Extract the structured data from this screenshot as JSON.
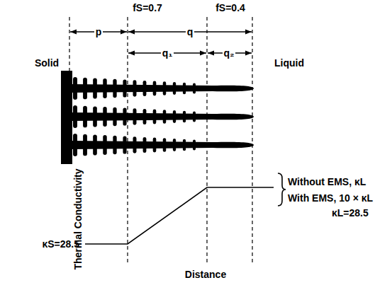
{
  "diagram": {
    "labels": [
      "fS=0.7",
      "fS=0.4",
      "p",
      "q",
      "q₁",
      "q₂",
      "Solid",
      "Liquid",
      "Thermal Conductivity",
      "Without EMS, κL",
      "With EMS, 10 × κL",
      "κS=28.5",
      "κL=28.5",
      "Distance"
    ]
  }
}
